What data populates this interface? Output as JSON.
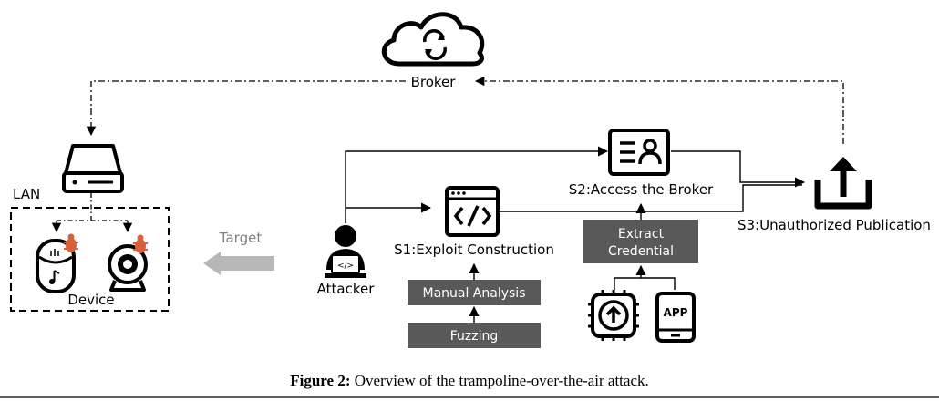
{
  "nodes": {
    "broker": "Broker",
    "lan": "LAN",
    "device": "Device",
    "target": "Target",
    "attacker": "Attacker",
    "s1": "S1:Exploit Construction",
    "s2": "S2:Access the Broker",
    "s3": "S3:Unauthorized Publication",
    "manual_analysis": "Manual Analysis",
    "fuzzing": "Fuzzing",
    "extract_line1": "Extract",
    "extract_line2": "Credential",
    "app": "APP"
  },
  "caption": {
    "label": "Figure 2:",
    "text": " Overview of the trampoline-over-the-air attack."
  },
  "icons": [
    "cloud-sync-icon",
    "router-icon",
    "speaker-icon",
    "webcam-icon",
    "bug-icon",
    "hacker-laptop-icon",
    "code-window-icon",
    "id-card-icon",
    "upload-tray-icon",
    "chip-upload-icon",
    "smartphone-app-icon"
  ],
  "colors": {
    "dark_box": "#595959",
    "target_arrow": "#b7b7b7",
    "bug": "#d9613a"
  }
}
